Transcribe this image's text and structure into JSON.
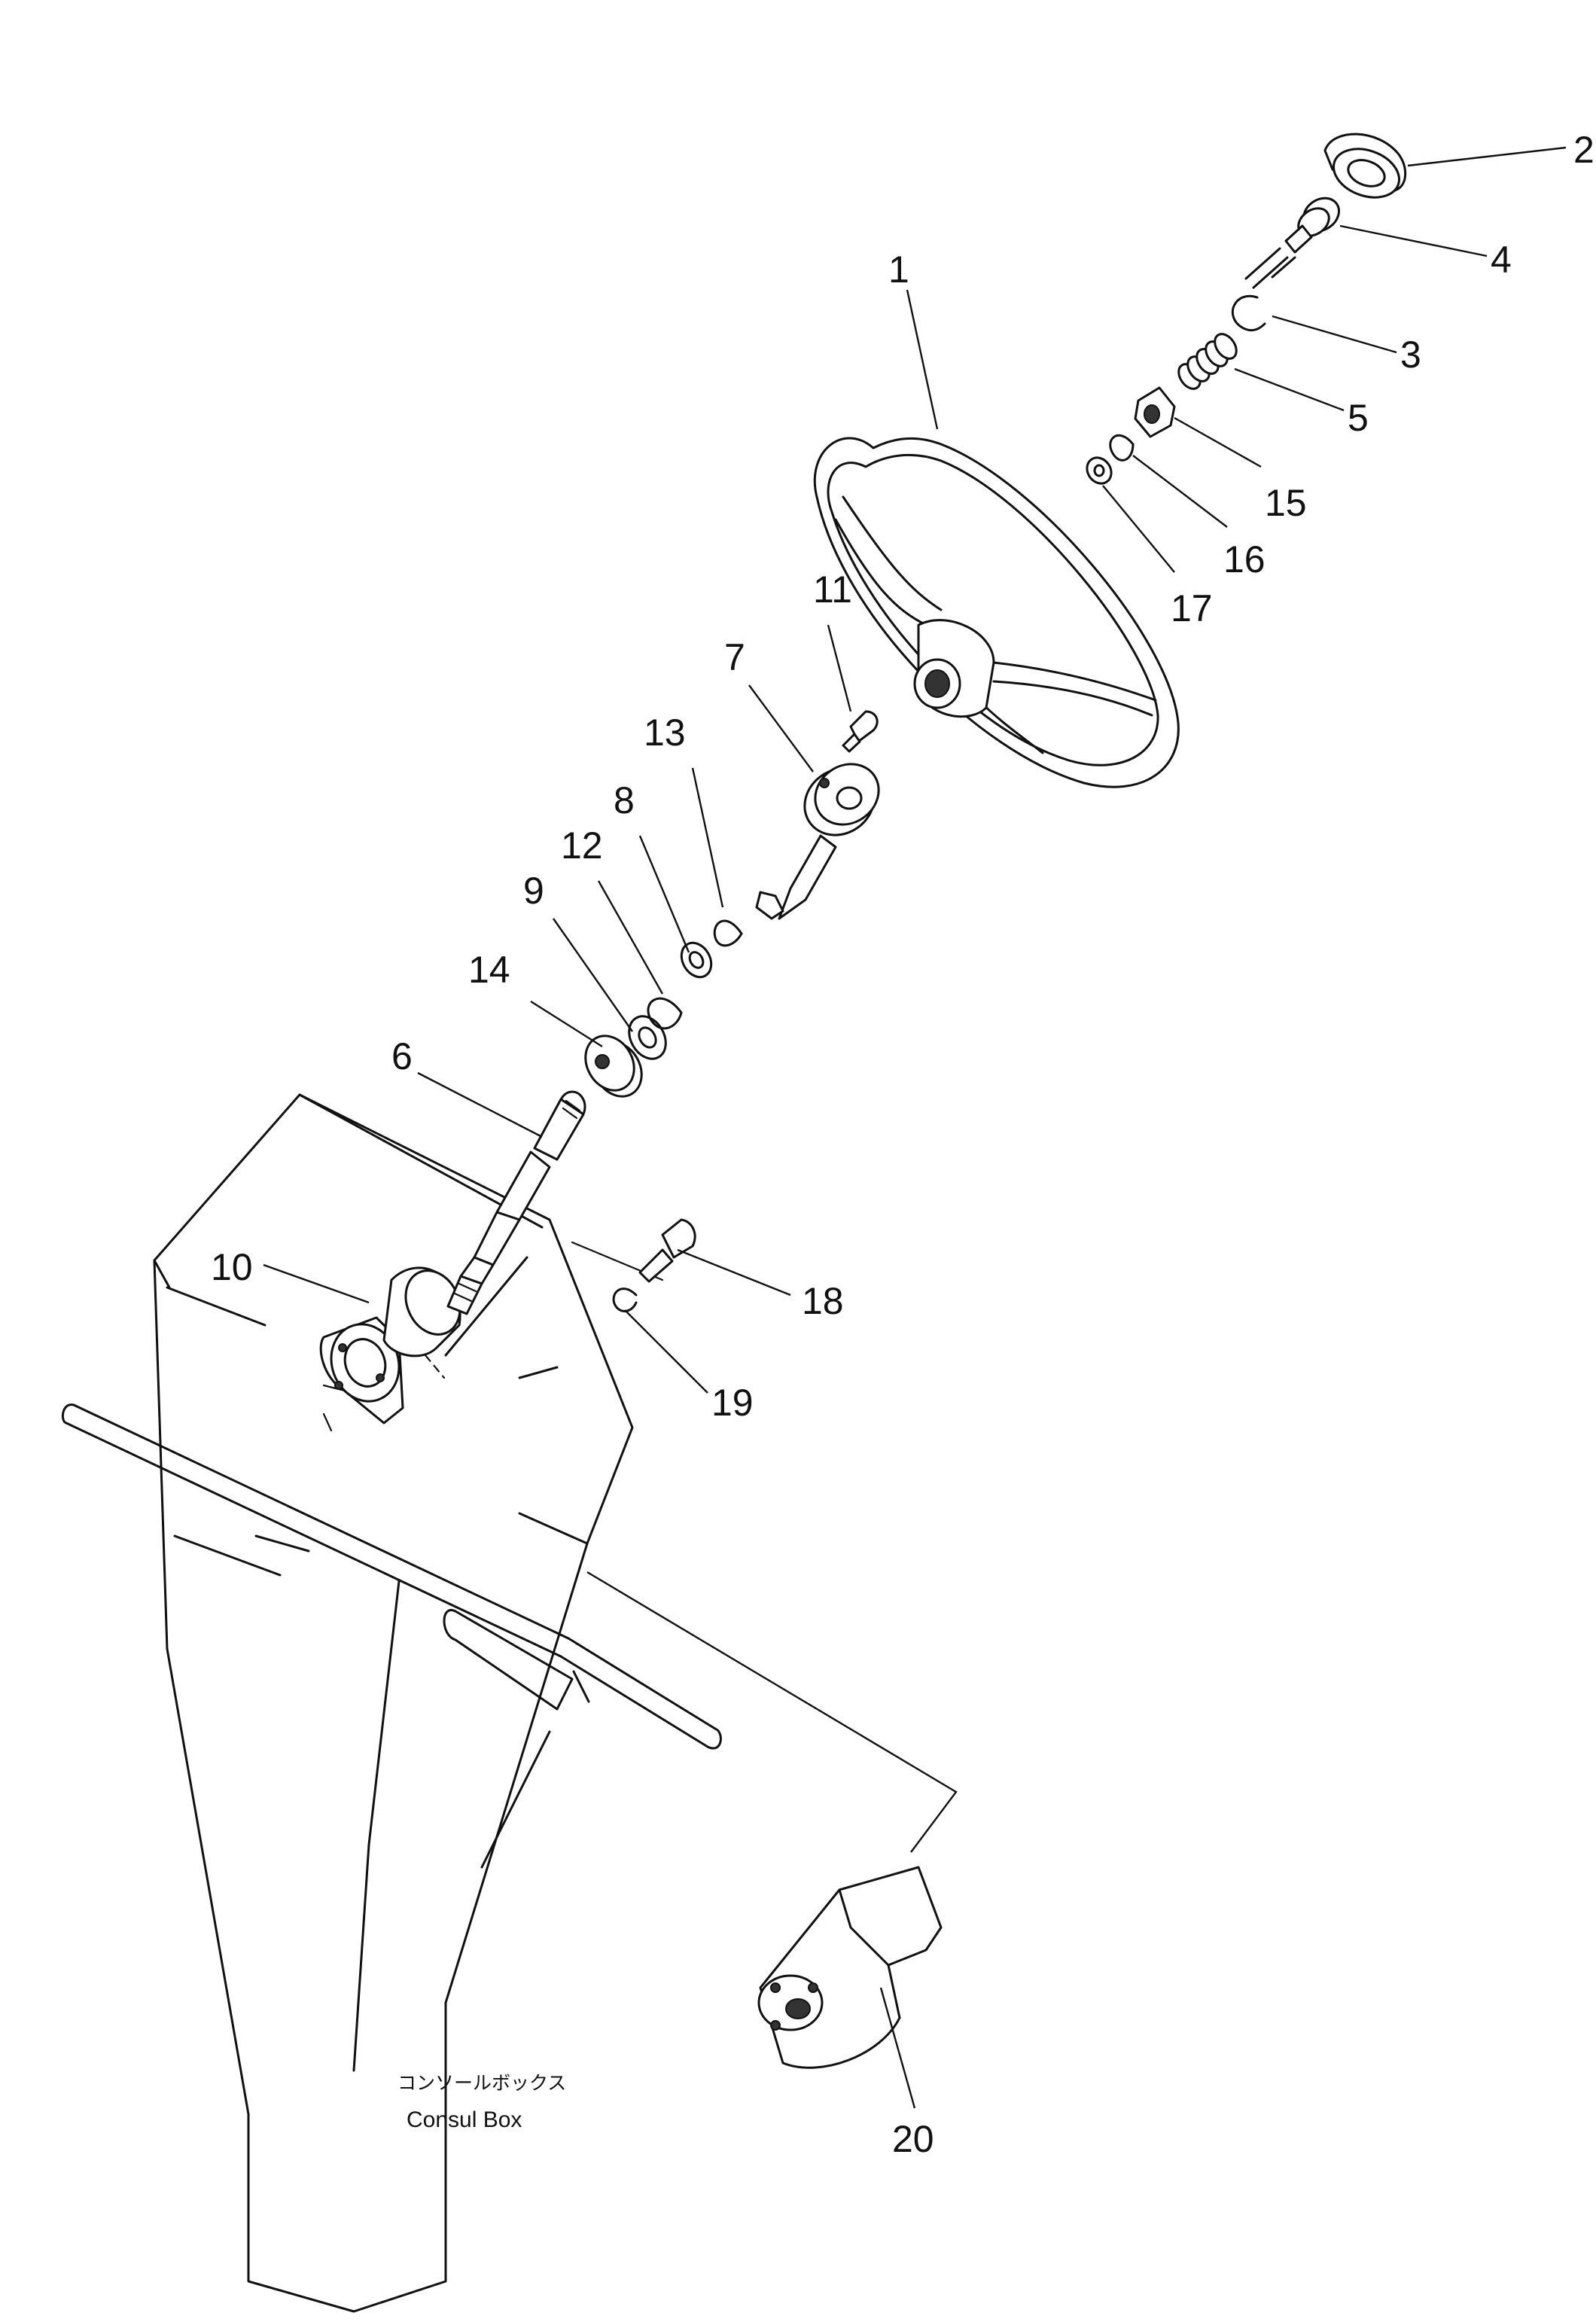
{
  "diagram": {
    "caption_jp": "コンソールボックス",
    "caption_en": "Consul Box",
    "part_labels": [
      "1",
      "2",
      "3",
      "4",
      "5",
      "6",
      "7",
      "8",
      "9",
      "10",
      "11",
      "12",
      "13",
      "14",
      "15",
      "16",
      "17",
      "18",
      "19",
      "20"
    ]
  }
}
